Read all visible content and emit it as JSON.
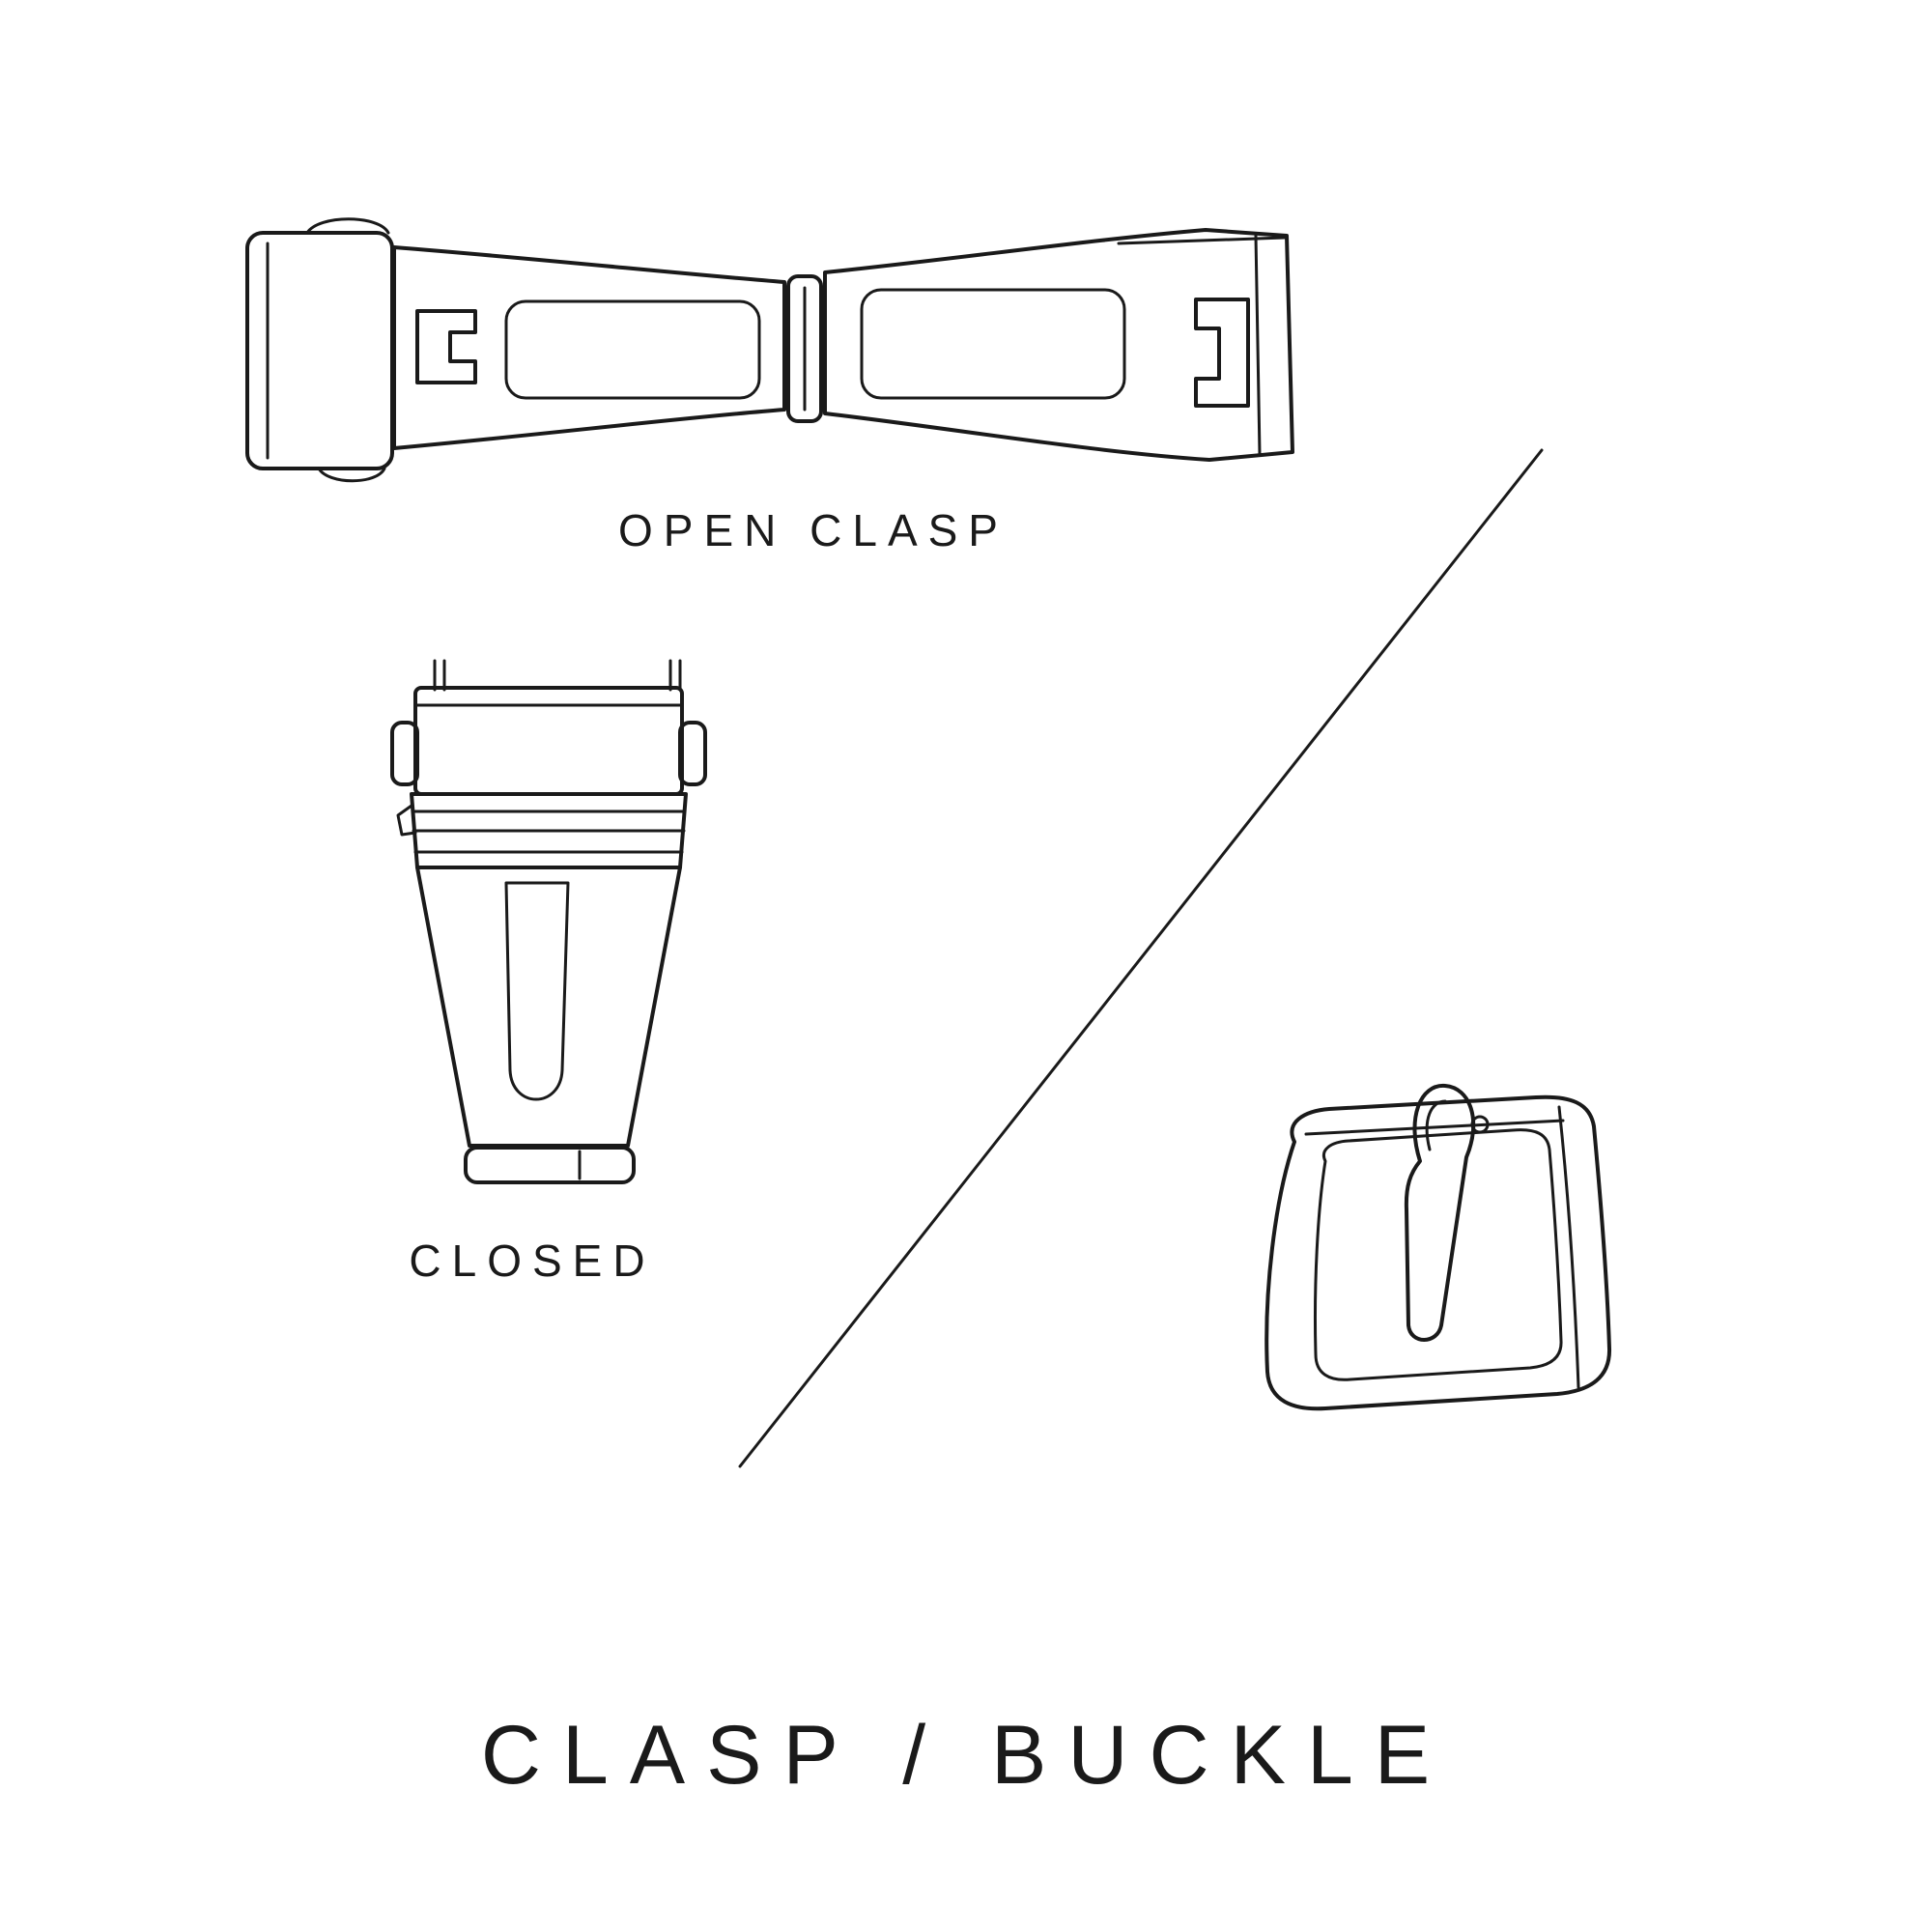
{
  "page": {
    "background": "#ffffff",
    "line_color": "#1a1a1a",
    "text_color": "#1a1a1a"
  },
  "labels": {
    "open_clasp": "OPEN CLASP",
    "closed": "CLOSED",
    "title": "CLASP / BUCKLE"
  },
  "illustrations": {
    "open_clasp": "open-clasp-line-drawing",
    "closed_clasp": "closed-clasp-line-drawing",
    "buckle": "buckle-line-drawing",
    "divider": "diagonal-divider-line"
  }
}
